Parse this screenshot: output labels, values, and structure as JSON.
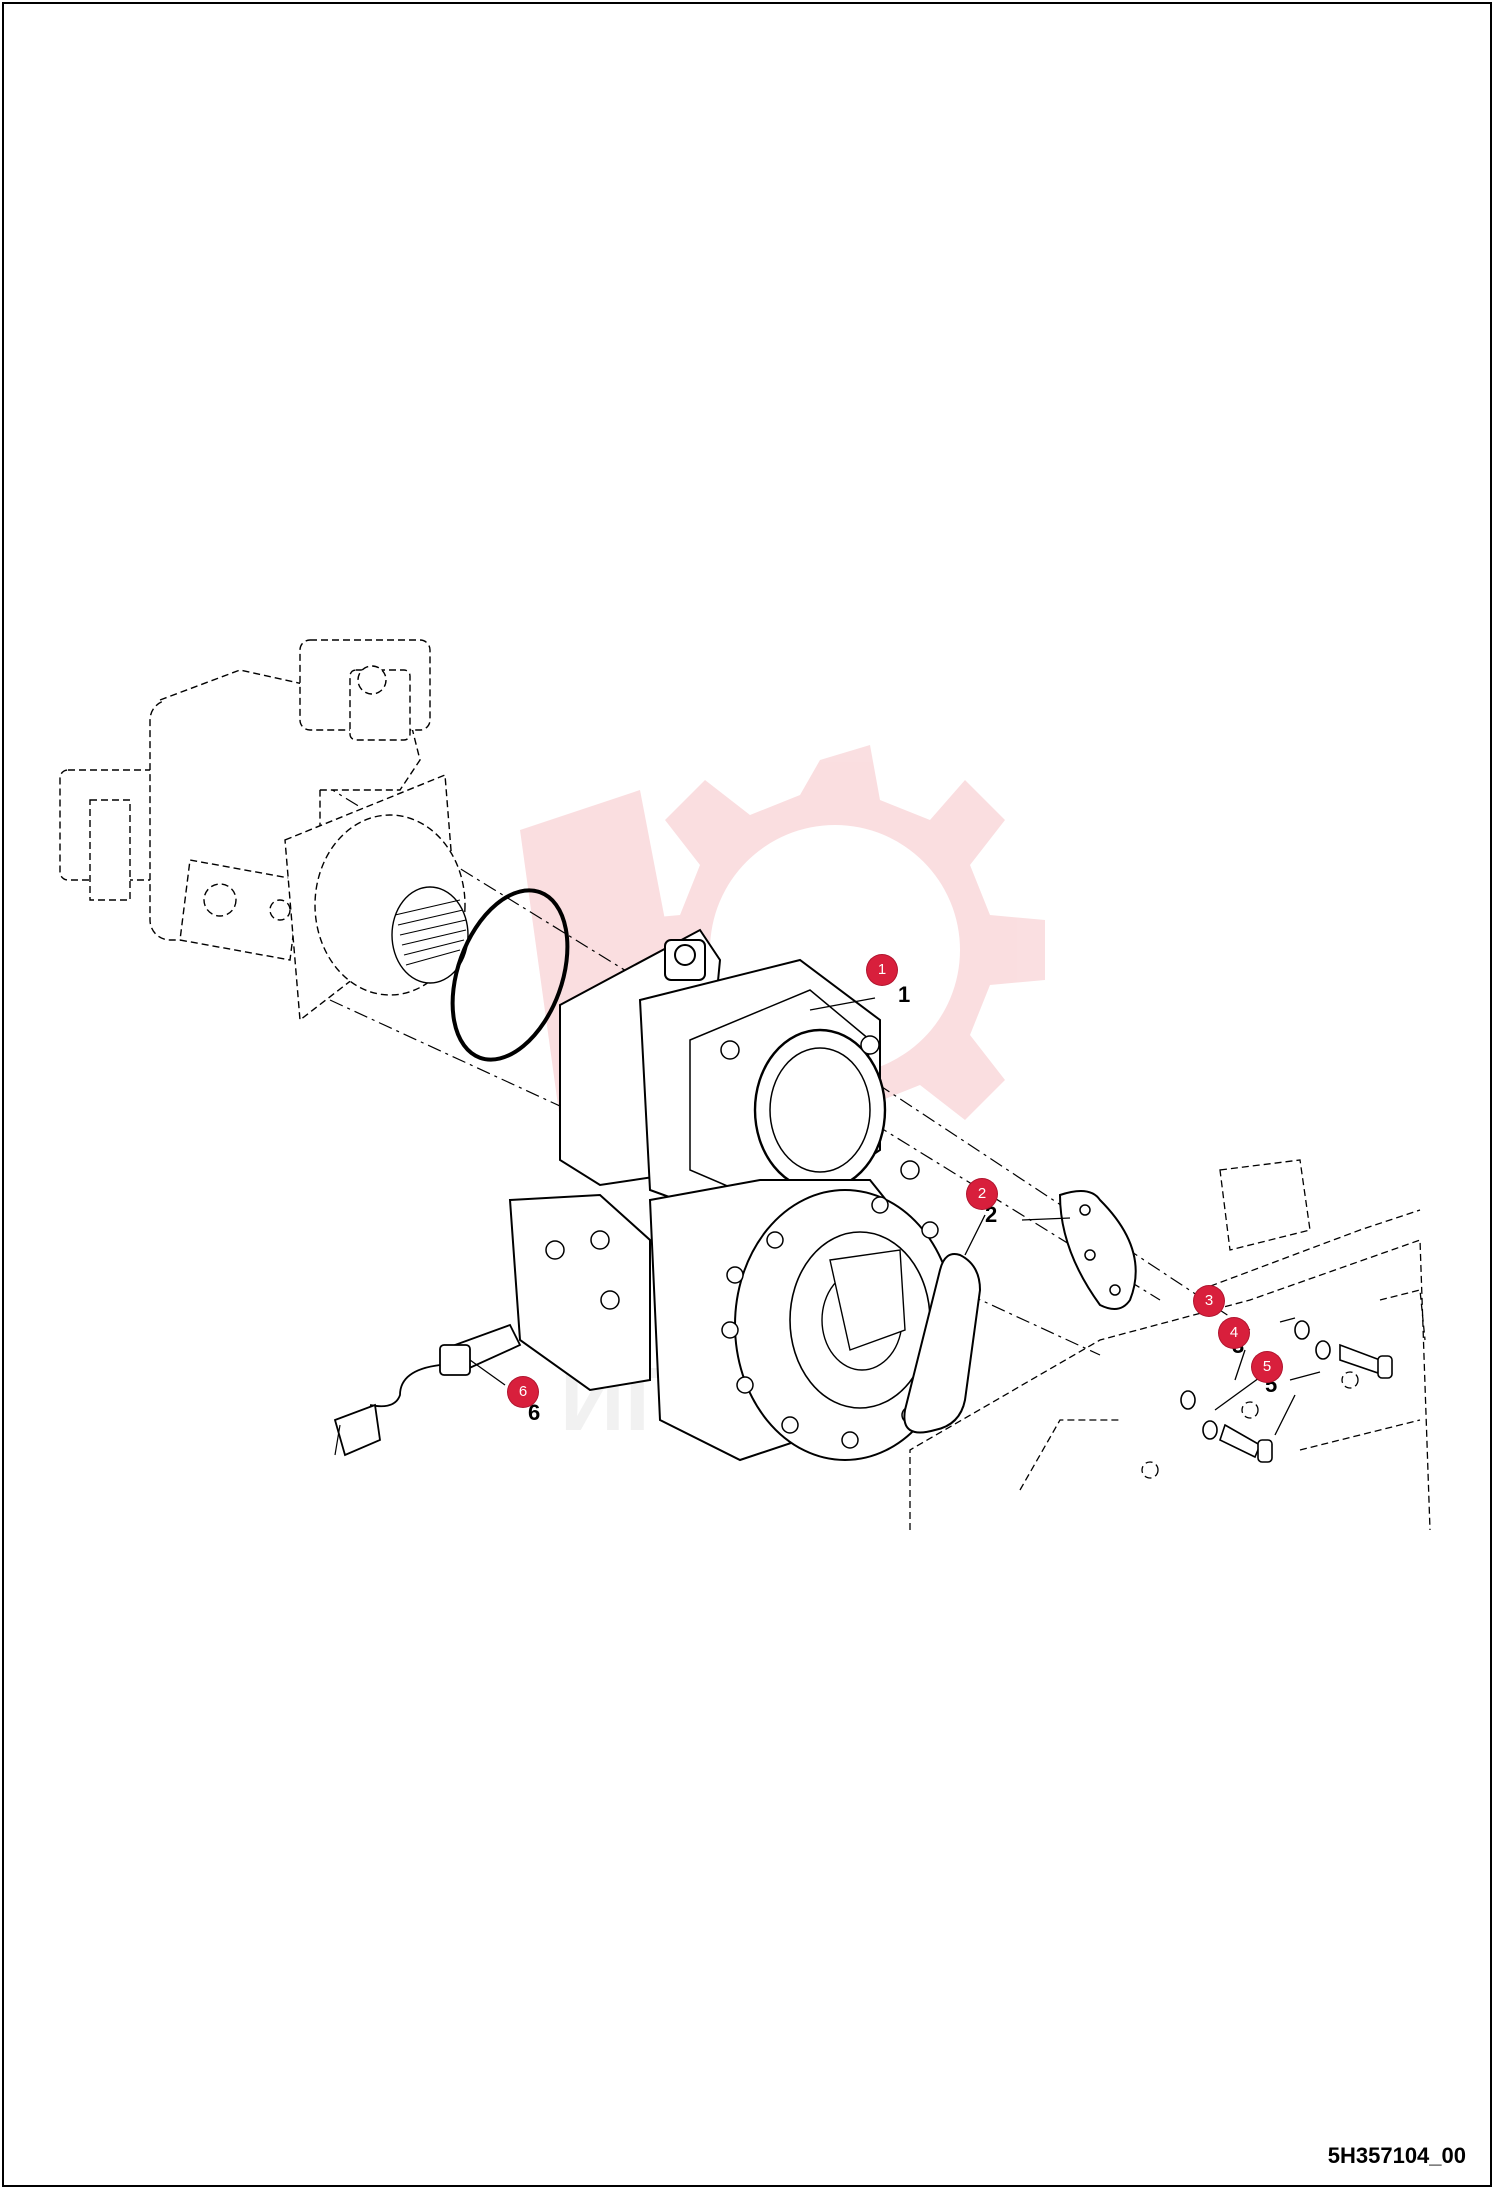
{
  "diagram": {
    "drawing_code": "5H357104_00",
    "callouts": [
      {
        "id": "1",
        "label": "1"
      },
      {
        "id": "2",
        "label": "2"
      },
      {
        "id": "3",
        "label": "3"
      },
      {
        "id": "4",
        "label": "4"
      },
      {
        "id": "5",
        "label": "5"
      },
      {
        "id": "6",
        "label": "6"
      }
    ],
    "part_numbers": [
      "1",
      "2",
      "3",
      "4",
      "5",
      "6"
    ],
    "colors": {
      "callout_fill": "#d81f3c",
      "watermark": "#f6c4c8",
      "line": "#000000"
    }
  }
}
